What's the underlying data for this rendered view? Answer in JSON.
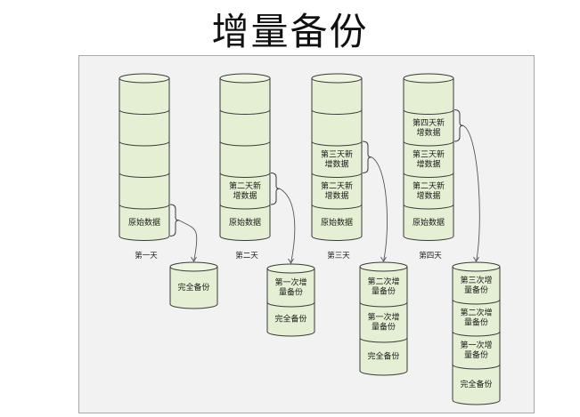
{
  "title": "增量备份",
  "days": [
    {
      "label": "第一天",
      "cells": [
        "",
        "",
        "",
        "",
        "原始数据"
      ]
    },
    {
      "label": "第二天",
      "cells": [
        "",
        "",
        "",
        "第二天新\n增数据",
        "原始数据"
      ]
    },
    {
      "label": "第三天",
      "cells": [
        "",
        "",
        "第三天新\n增数据",
        "第二天新\n增数据",
        "原始数据"
      ]
    },
    {
      "label": "第四天",
      "cells": [
        "",
        "第四天新\n增数据",
        "第三天新\n增数据",
        "第二天新\n增数据",
        "原始数据"
      ]
    }
  ],
  "backups": [
    {
      "cells": [
        "完全备份"
      ]
    },
    {
      "cells": [
        "第一次增\n量备份",
        "完全备份"
      ]
    },
    {
      "cells": [
        "第二次增\n量备份",
        "第一次增\n量备份",
        "完全备份"
      ]
    },
    {
      "cells": [
        "第三次增\n量备份",
        "第二次增\n量备份",
        "第一次增\n量备份",
        "完全备份"
      ]
    }
  ],
  "colors": {
    "fill": "#e5efd3",
    "stroke": "#3a3a3a",
    "top": "#eef5e0"
  }
}
